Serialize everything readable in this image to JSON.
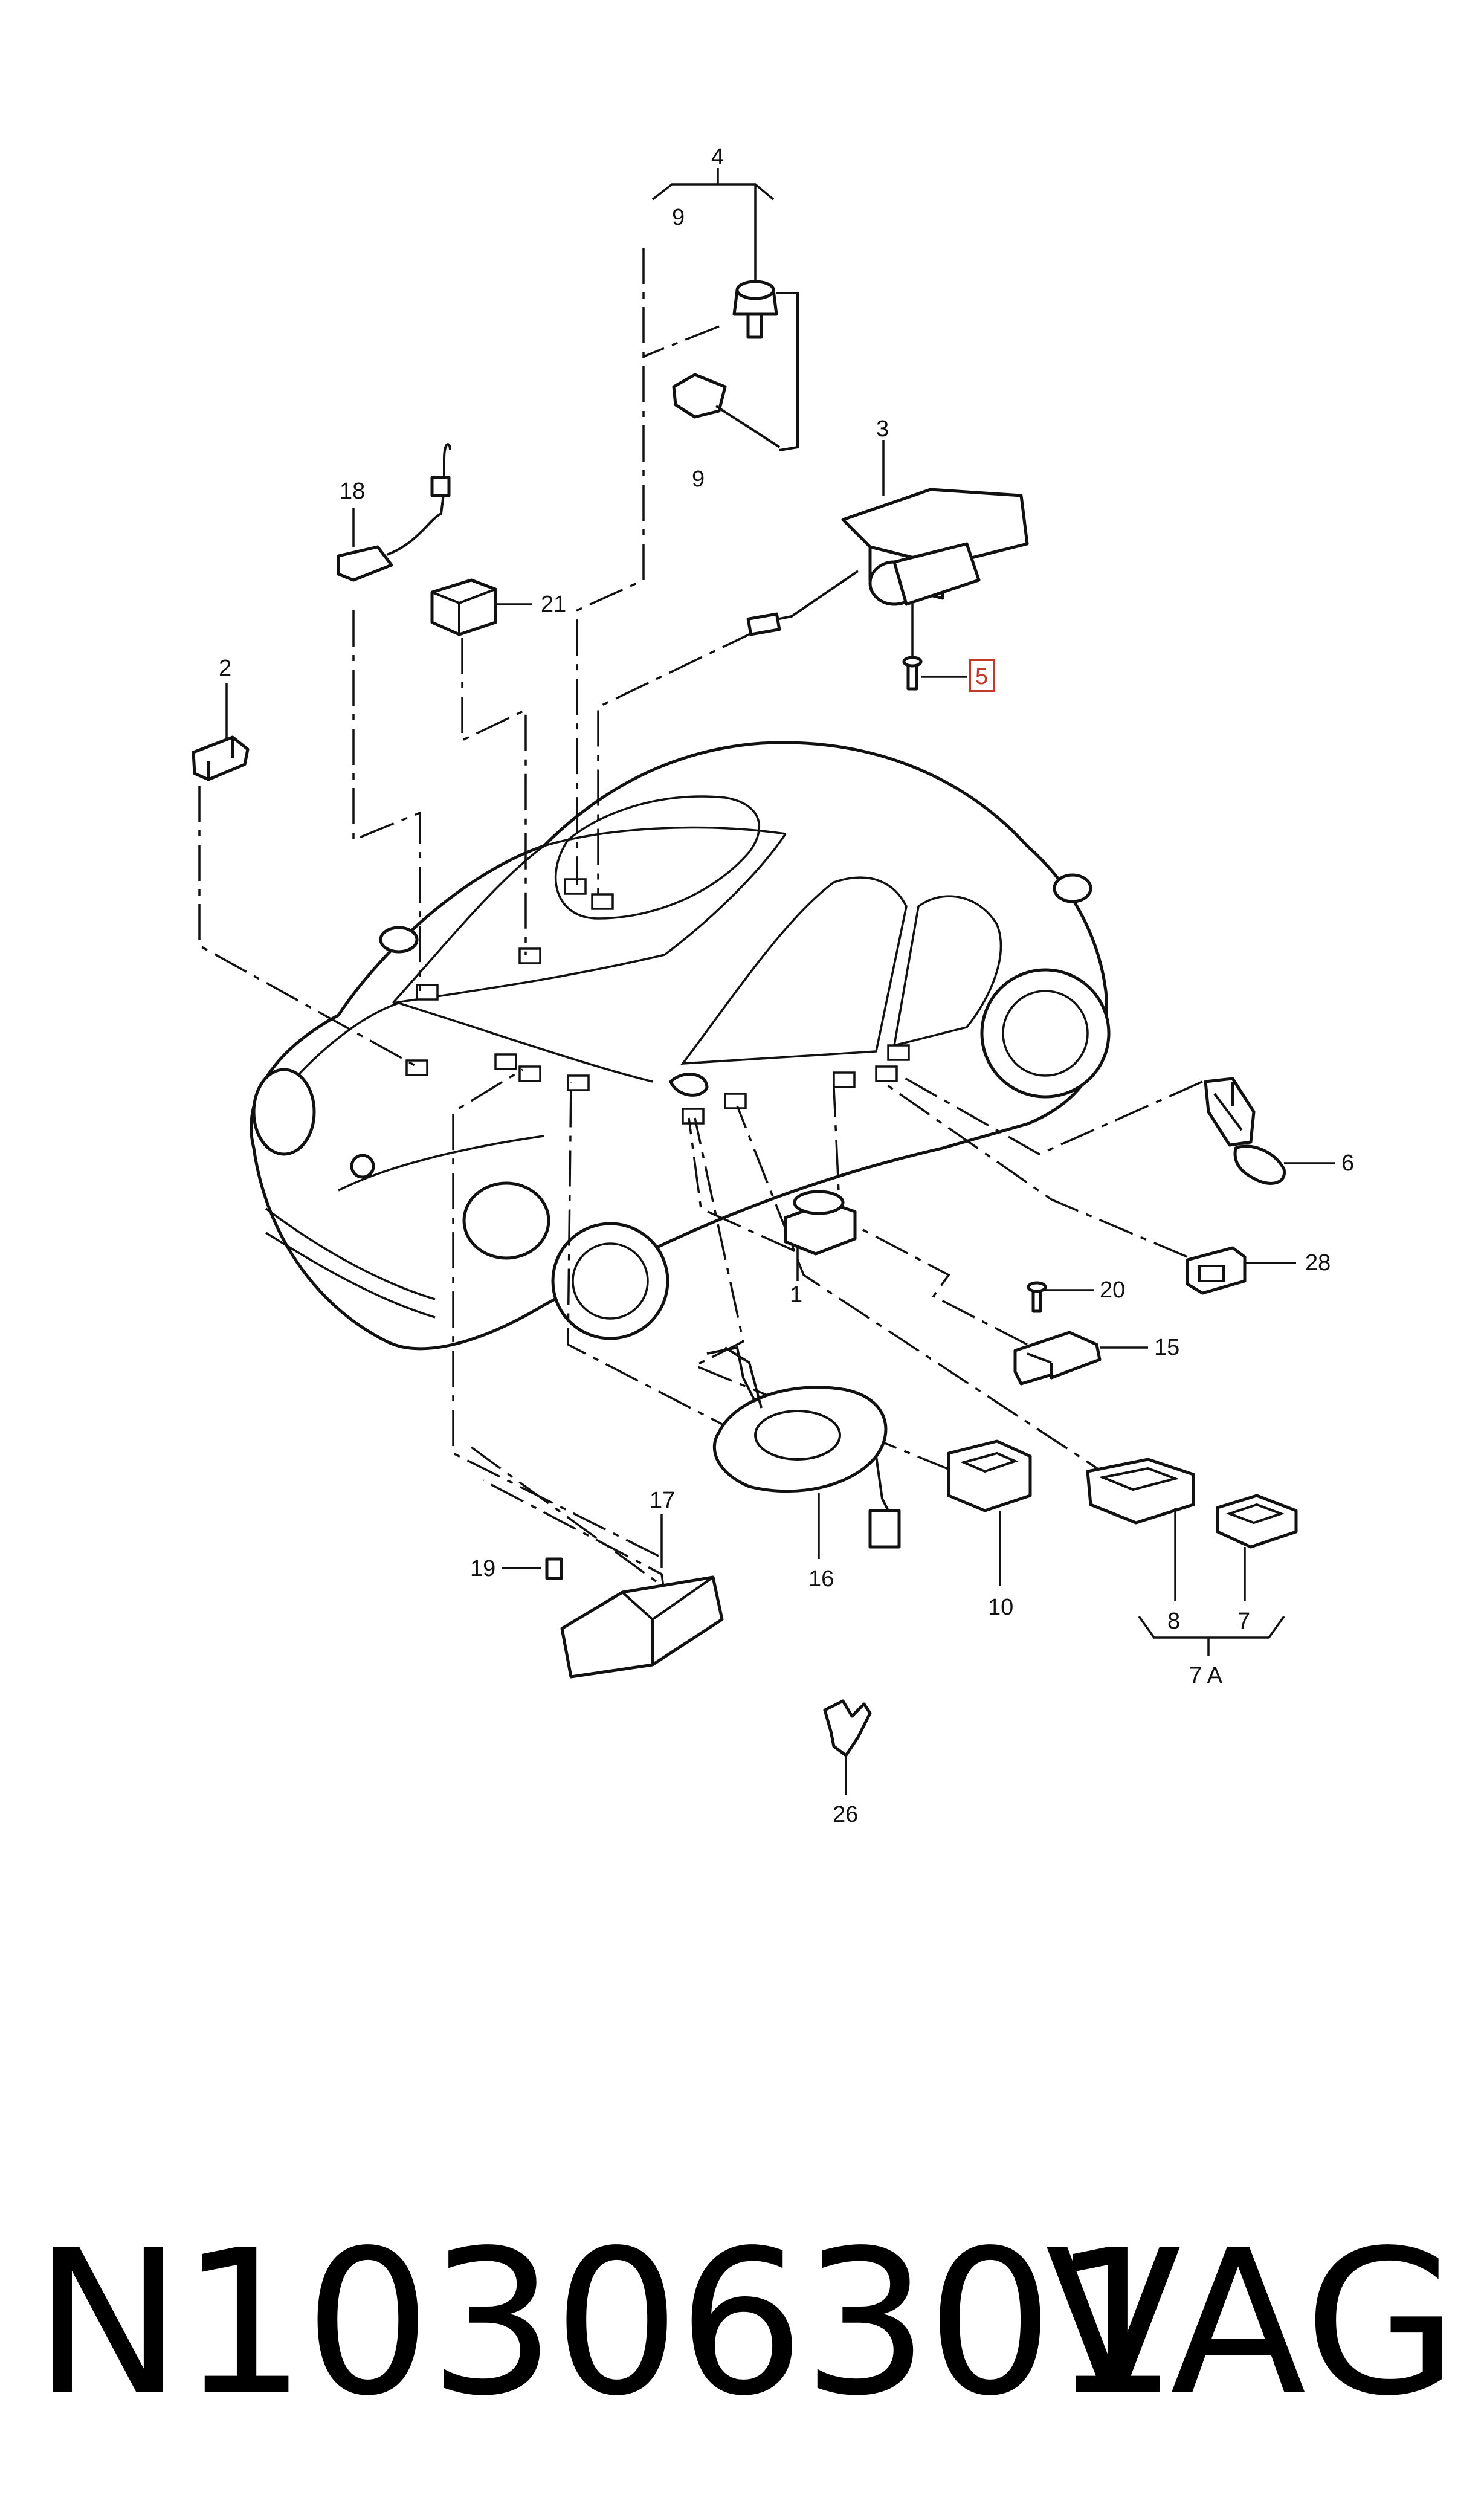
{
  "callouts": {
    "c1": "1",
    "c2": "2",
    "c3": "3",
    "c4": "4",
    "c5": "5",
    "c6": "6",
    "c7": "7",
    "c7a": "7 A",
    "c8": "8",
    "c9_top": "9",
    "c9_bottom": "9",
    "c10": "10",
    "c15": "15",
    "c16": "16",
    "c17": "17",
    "c18": "18",
    "c19": "19",
    "c20": "20",
    "c21": "21",
    "c26": "26",
    "c28": "28"
  },
  "footer": {
    "part_number": "N10306301",
    "brand": "VAG"
  },
  "colors": {
    "line": "#111111",
    "highlight_box": "#c0392b",
    "background": "#ffffff"
  }
}
